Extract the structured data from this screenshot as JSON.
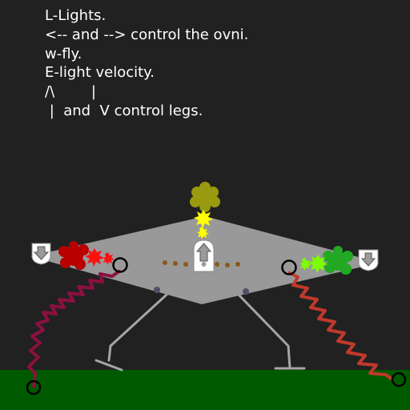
{
  "instructions": [
    "L-Lights.",
    "<-- and --> control the ovni.",
    "w-fly.",
    "E-light velocity.",
    "/\\        |",
    " |  and  V control legs."
  ],
  "colors": {
    "background": "#212121",
    "ground": "#005a00",
    "hull": "#999999",
    "leg_strut": "#a5a5a5",
    "spring_left": "#8b1040",
    "spring_right": "#c0392b",
    "light_top": "#9a9a10",
    "light_yellow": "#ffff00",
    "light_red": "#b80000",
    "light_green": "#22a822",
    "light_lime": "#7cff00",
    "dot_trail": "#8b5a1a",
    "wheel": "#000000"
  },
  "icons": {
    "left_button": "arrow-down-icon",
    "center_button": "arrow-up-icon",
    "right_button": "arrow-down-icon"
  }
}
